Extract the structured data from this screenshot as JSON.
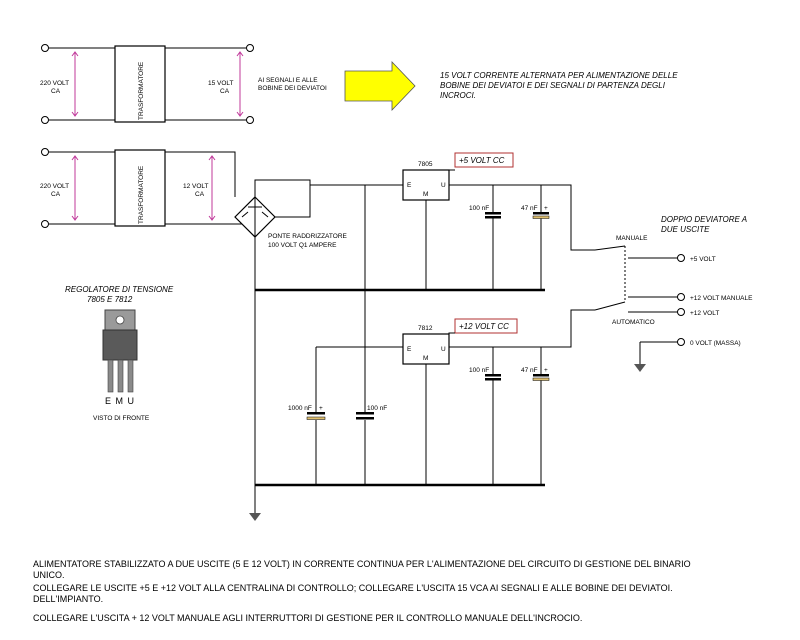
{
  "top_section": {
    "transformer_label": "TRASFORMATORE",
    "input_label_1": "220 VOLT",
    "input_label_2": "CA",
    "output_label_1": "15 VOLT",
    "output_label_2": "CA",
    "destination_1": "AI SEGNALI E ALLE",
    "destination_2": "BOBINE DEI DEVIATOI",
    "note_1": "15 VOLT CORRENTE ALTERNATA PER ALIMENTAZIONE DELLE",
    "note_2": "BOBINE DEI DEVIATOI E DEI SEGNALI DI PARTENZA DEGLI",
    "note_3": "INCROCI.",
    "arrow_color": "#ffff00"
  },
  "second_section": {
    "transformer_label": "TRASFORMATORE",
    "input_label_1": "220 VOLT",
    "input_label_2": "CA",
    "output_label_1": "12 VOLT",
    "output_label_2": "CA",
    "bridge_label_1": "PONTE RADDRIZZATORE",
    "bridge_label_2": "100 VOLT Q1 AMPERE"
  },
  "regulator_5": {
    "part": "7805",
    "pin_e": "E",
    "pin_m": "M",
    "pin_u": "U",
    "output_tag": "+5 VOLT CC",
    "cap_1": "100 nF",
    "cap_2": "47 nF",
    "cap_plus": "+"
  },
  "regulator_12": {
    "part": "7812",
    "pin_e": "E",
    "pin_m": "M",
    "pin_u": "U",
    "output_tag": "+12 VOLT CC",
    "cap_in_1": "1000 nF",
    "cap_in_plus": "+",
    "cap_in_2": "100 nF",
    "cap_1": "100 nF",
    "cap_2": "47 nF",
    "cap_plus": "+"
  },
  "switch": {
    "title_1": "DOPPIO DEVIATORE A",
    "title_2": "DUE USCITE",
    "manual": "MANUALE",
    "automatic": "AUTOMATICO",
    "out_5": "+5 VOLT",
    "out_12_manual": "+12 VOLT MANUALE",
    "out_12": "+12 VOLT",
    "out_gnd": "0 VOLT (MASSA)"
  },
  "regulator_legend": {
    "title_1": "REGOLATORE DI TENSIONE",
    "title_2": "7805 E 7812",
    "pins": "E M U",
    "view": "VISTO DI FRONTE"
  },
  "footer": {
    "line_1": "ALIMENTATORE STABILIZZATO A DUE USCITE (5 E 12 VOLT) IN CORRENTE CONTINUA PER L'ALIMENTAZIONE DEL CIRCUITO DI GESTIONE DEL BINARIO",
    "line_2": "UNICO.",
    "line_3": "COLLEGARE LE USCITE +5 E +12 VOLT ALLA CENTRALINA DI CONTROLLO; COLLEGARE L'USCITA 15 VCA AI SEGNALI E ALLE BOBINE DEI DEVIATOI.",
    "line_4": "DELL'IMPIANTO.",
    "line_5": "COLLEGARE L'USCITA + 12 VOLT MANUALE AGLI INTERRUTTORI DI GESTIONE PER IL CONTROLLO MANUALE DELL'INCROCIO."
  }
}
